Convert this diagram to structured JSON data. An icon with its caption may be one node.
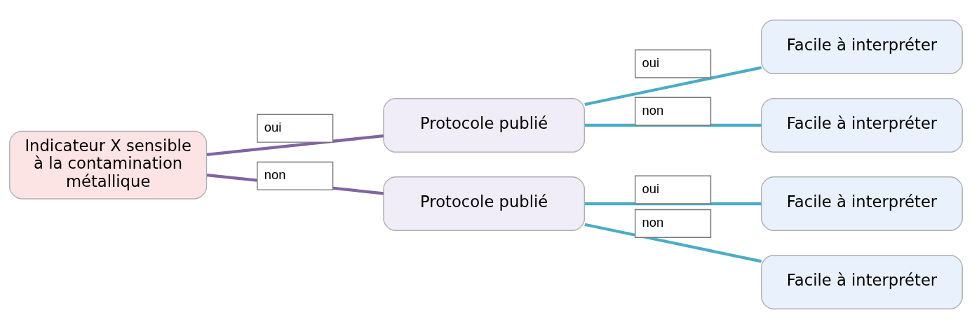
{
  "diagram": {
    "nodes": [
      {
        "text": [
          "Indicateur X sensible à la contamination métallique"
        ]
      },
      {
        "text": [
          "Protocole publié"
        ]
      },
      {
        "text": [
          "Protocole publié"
        ]
      },
      {
        "text": [
          "Facile à interpréter"
        ]
      },
      {
        "text": [
          "Facile à interpréter"
        ]
      },
      {
        "text": [
          "Facile à interpréter"
        ]
      },
      {
        "text": [
          "Facile à interpréter"
        ]
      }
    ],
    "edges": [
      {
        "from": 0,
        "to": 1,
        "arrow": "none",
        "label": "oui",
        "color": "#8064a2"
      },
      {
        "from": 0,
        "to": 2,
        "arrow": "none",
        "label": "non",
        "color": "#8064a2"
      },
      {
        "from": 1,
        "to": 3,
        "arrow": "none",
        "label": "oui"
      },
      {
        "from": 1,
        "to": 4,
        "arrow": "none",
        "label": "non"
      },
      {
        "from": 2,
        "to": 5,
        "arrow": "none",
        "label": "oui"
      },
      {
        "from": 2,
        "to": 6,
        "arrow": "none",
        "label": "non"
      }
    ]
  }
}
